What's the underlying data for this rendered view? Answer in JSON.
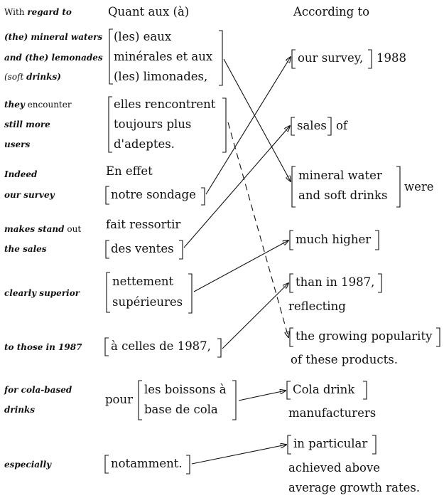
{
  "headers": {
    "gloss": [
      "With ",
      "regard to"
    ],
    "french": "Quant aux (à)",
    "english": "According to"
  },
  "gloss": {
    "g1a": "(the) mineral waters",
    "g1b": "and (the) lemonades",
    "g1c_1": "(soft ",
    "g1c_2": "drinks)",
    "g2a_1": "they",
    "g2a_2": " encounter",
    "g2b": "still more",
    "g2c": "users",
    "g3a": "Indeed",
    "g3b": "our survey",
    "g4a_1": "makes stand",
    "g4a_2": " out",
    "g4b": "the sales",
    "g5": "clearly  superior",
    "g6": "to those in 1987",
    "g7a": "for  cola-based",
    "g7b": "drinks",
    "g8": "especially"
  },
  "french": {
    "f1a": "(les) eaux",
    "f1b": "minérales et aux",
    "f1c": "(les) limonades,",
    "f2a": "elles rencontrent",
    "f2b": "toujours plus",
    "f2c": "d'adeptes.",
    "f3a": "En effet",
    "f3b": "notre sondage",
    "f4a": "fait ressortir",
    "f4b": "des ventes",
    "f5a": "nettement",
    "f5b": "supérieures",
    "f6": "à celles de 1987,",
    "f7pre": "pour",
    "f7a": "les boissons à",
    "f7b": "base de cola",
    "f8": "notamment."
  },
  "english": {
    "e1": "our survey,",
    "e1b": "1988",
    "e2": "sales",
    "e2b": "of",
    "e3a": "mineral water",
    "e3b": "and soft drinks",
    "e3c": "were",
    "e4": "much higher",
    "e5": "than in 1987,",
    "e5b": "reflecting",
    "e6": "the growing popularity",
    "e6b": "of  these  products.",
    "e7": "Cola  drink",
    "e7b": "manufacturers",
    "e8": "in particular",
    "e8b": "achieved above",
    "e8c": "average  growth  rates."
  }
}
